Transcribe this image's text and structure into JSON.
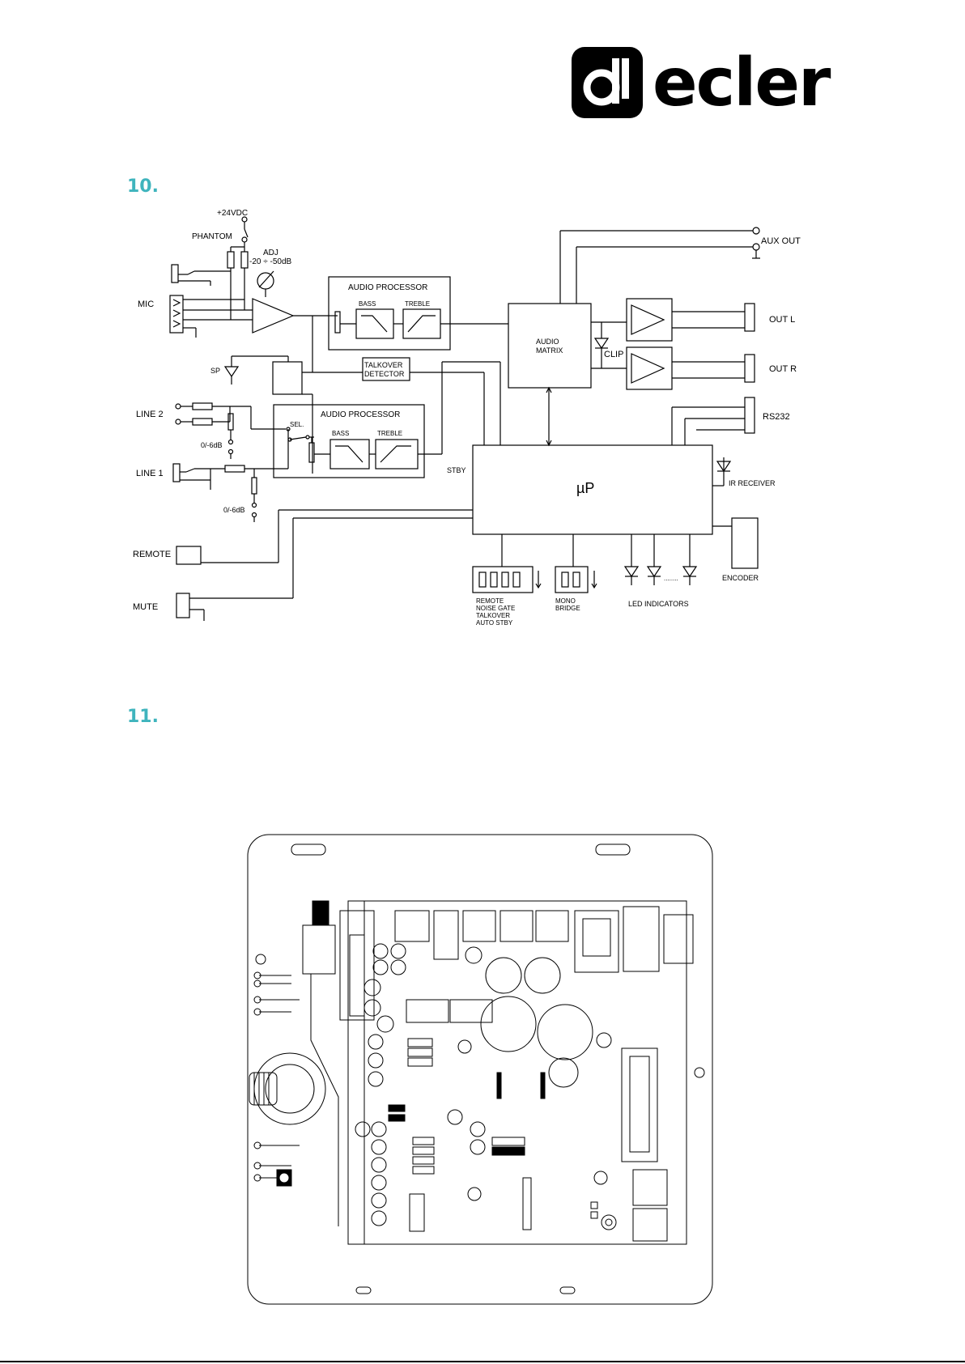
{
  "header": {
    "brand_name": "ecler",
    "brand_color": "#000000",
    "accent_color": "#3fb4bd"
  },
  "sections": [
    {
      "number": "10."
    },
    {
      "number": "11."
    }
  ],
  "block_diagram": {
    "labels": {
      "supply": "+24VDC",
      "phantom": "PHANTOM",
      "adj": "ADJ",
      "adj_range": "-20 ÷ -50dB",
      "mic": "MIC",
      "audio_processor_1": "AUDIO PROCESSOR",
      "bass_1": "BASS",
      "treble_1": "TREBLE",
      "aux_out": "AUX OUT",
      "audio_matrix_line1": "AUDIO",
      "audio_matrix_line2": "MATRIX",
      "out_l": "OUT L",
      "out_r": "OUT R",
      "clip": "CLIP",
      "sp": "SP",
      "talkover_line1": "TALKOVER",
      "talkover_line2": "DETECTOR",
      "line2": "LINE 2",
      "line1": "LINE 1",
      "audio_processor_2": "AUDIO PROCESSOR",
      "sel": "SEL.",
      "bass_2": "BASS",
      "treble_2": "TREBLE",
      "gain_1": "0/-6dB",
      "gain_2": "0/-6dB",
      "rs232": "RS232",
      "stby": "STBY",
      "up": "µP",
      "ir_receiver": "IR RECEIVER",
      "remote": "REMOTE",
      "mute": "MUTE",
      "encoder": "ENCODER",
      "dip_1": "REMOTE",
      "dip_2": "NOISE GATE",
      "dip_3": "TALKOVER",
      "dip_4": "AUTO STBY",
      "mono": "MONO",
      "bridge": "BRIDGE",
      "led_indicators": "LED INDICATORS",
      "dots": "........"
    }
  },
  "pcb_drawing": {
    "icon": "pcb-layout-icon"
  }
}
